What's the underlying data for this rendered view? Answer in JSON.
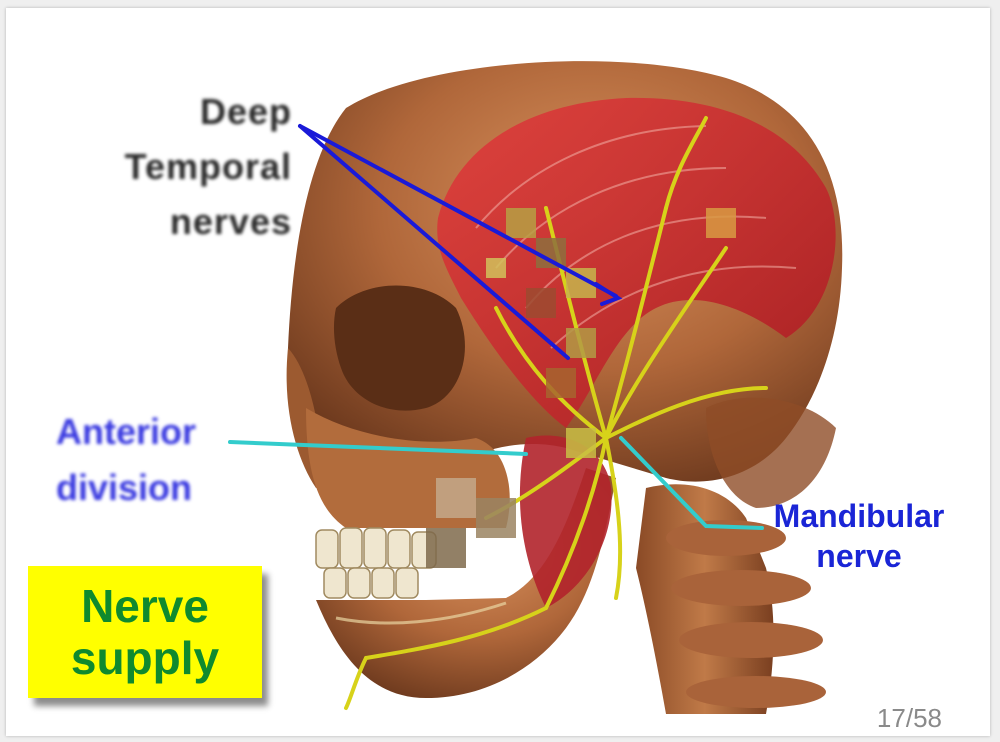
{
  "labels": {
    "deep_temporal": [
      "Deep",
      "Temporal",
      "nerves"
    ],
    "anterior_division": [
      "Anterior",
      "division"
    ],
    "mandibular_nerve": [
      "Mandibular",
      "nerve"
    ]
  },
  "title_box": {
    "line1": "Nerve",
    "line2": "supply"
  },
  "page_indicator": "17/58",
  "colors": {
    "title_box_bg": "#ffff00",
    "title_text": "#0f8a2e",
    "label_blue": "#1a25d6",
    "pointer_dark_blue": "#1a1ad8",
    "pointer_cyan": "#33cccc",
    "nerve_yellow": "#d7d21a",
    "muscle_red": "#c4262a"
  }
}
